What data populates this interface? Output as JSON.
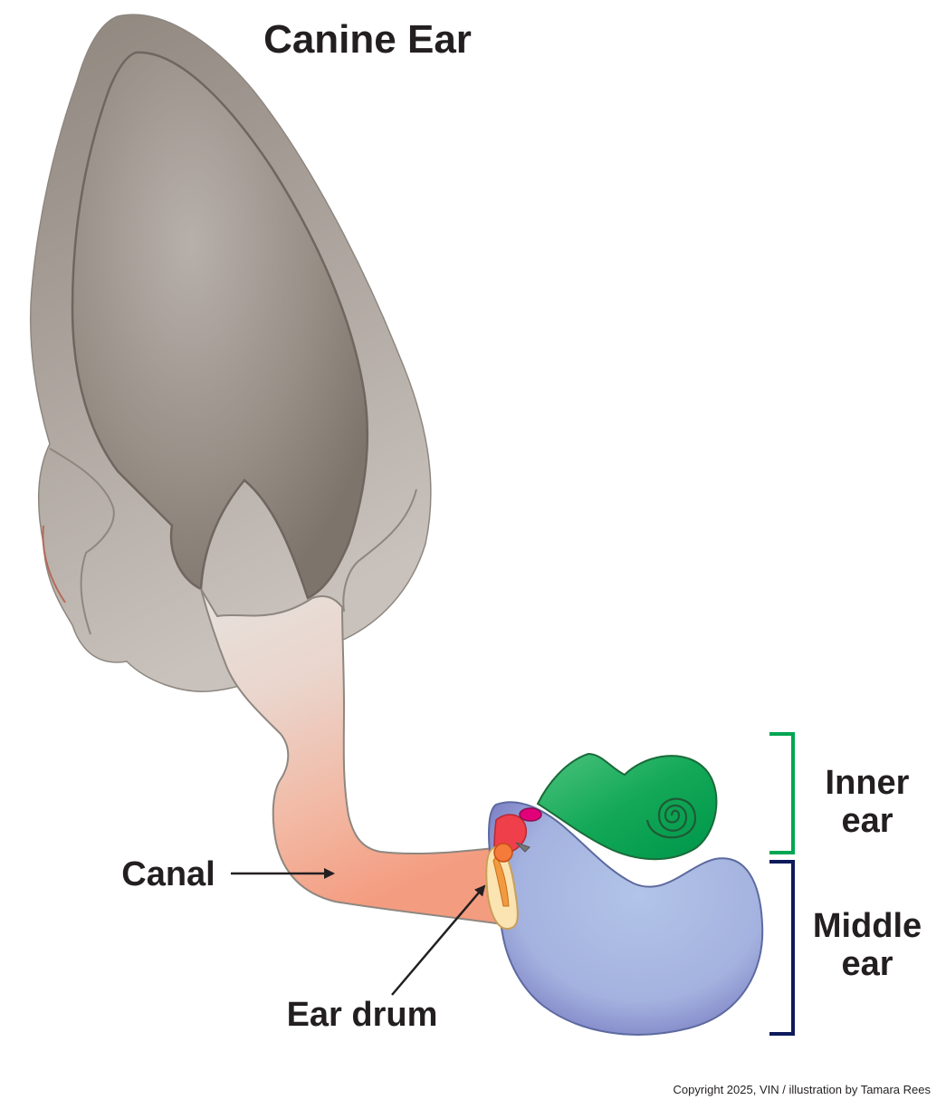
{
  "title": "Canine Ear",
  "labels": {
    "canal": "Canal",
    "ear_drum": "Ear drum",
    "inner_ear_line1": "Inner",
    "inner_ear_line2": "ear",
    "middle_ear_line1": "Middle",
    "middle_ear_line2": "ear"
  },
  "copyright": "Copyright 2025, VIN / illustration by Tamara Rees",
  "colors": {
    "pinna": "#b0aaa4",
    "canal": "#f3a68c",
    "inner_ear": "#00a651",
    "inner_ear_bracket": "#00a651",
    "middle_ear": "#a8b6e0",
    "middle_ear_bracket": "#0d1a5c"
  }
}
